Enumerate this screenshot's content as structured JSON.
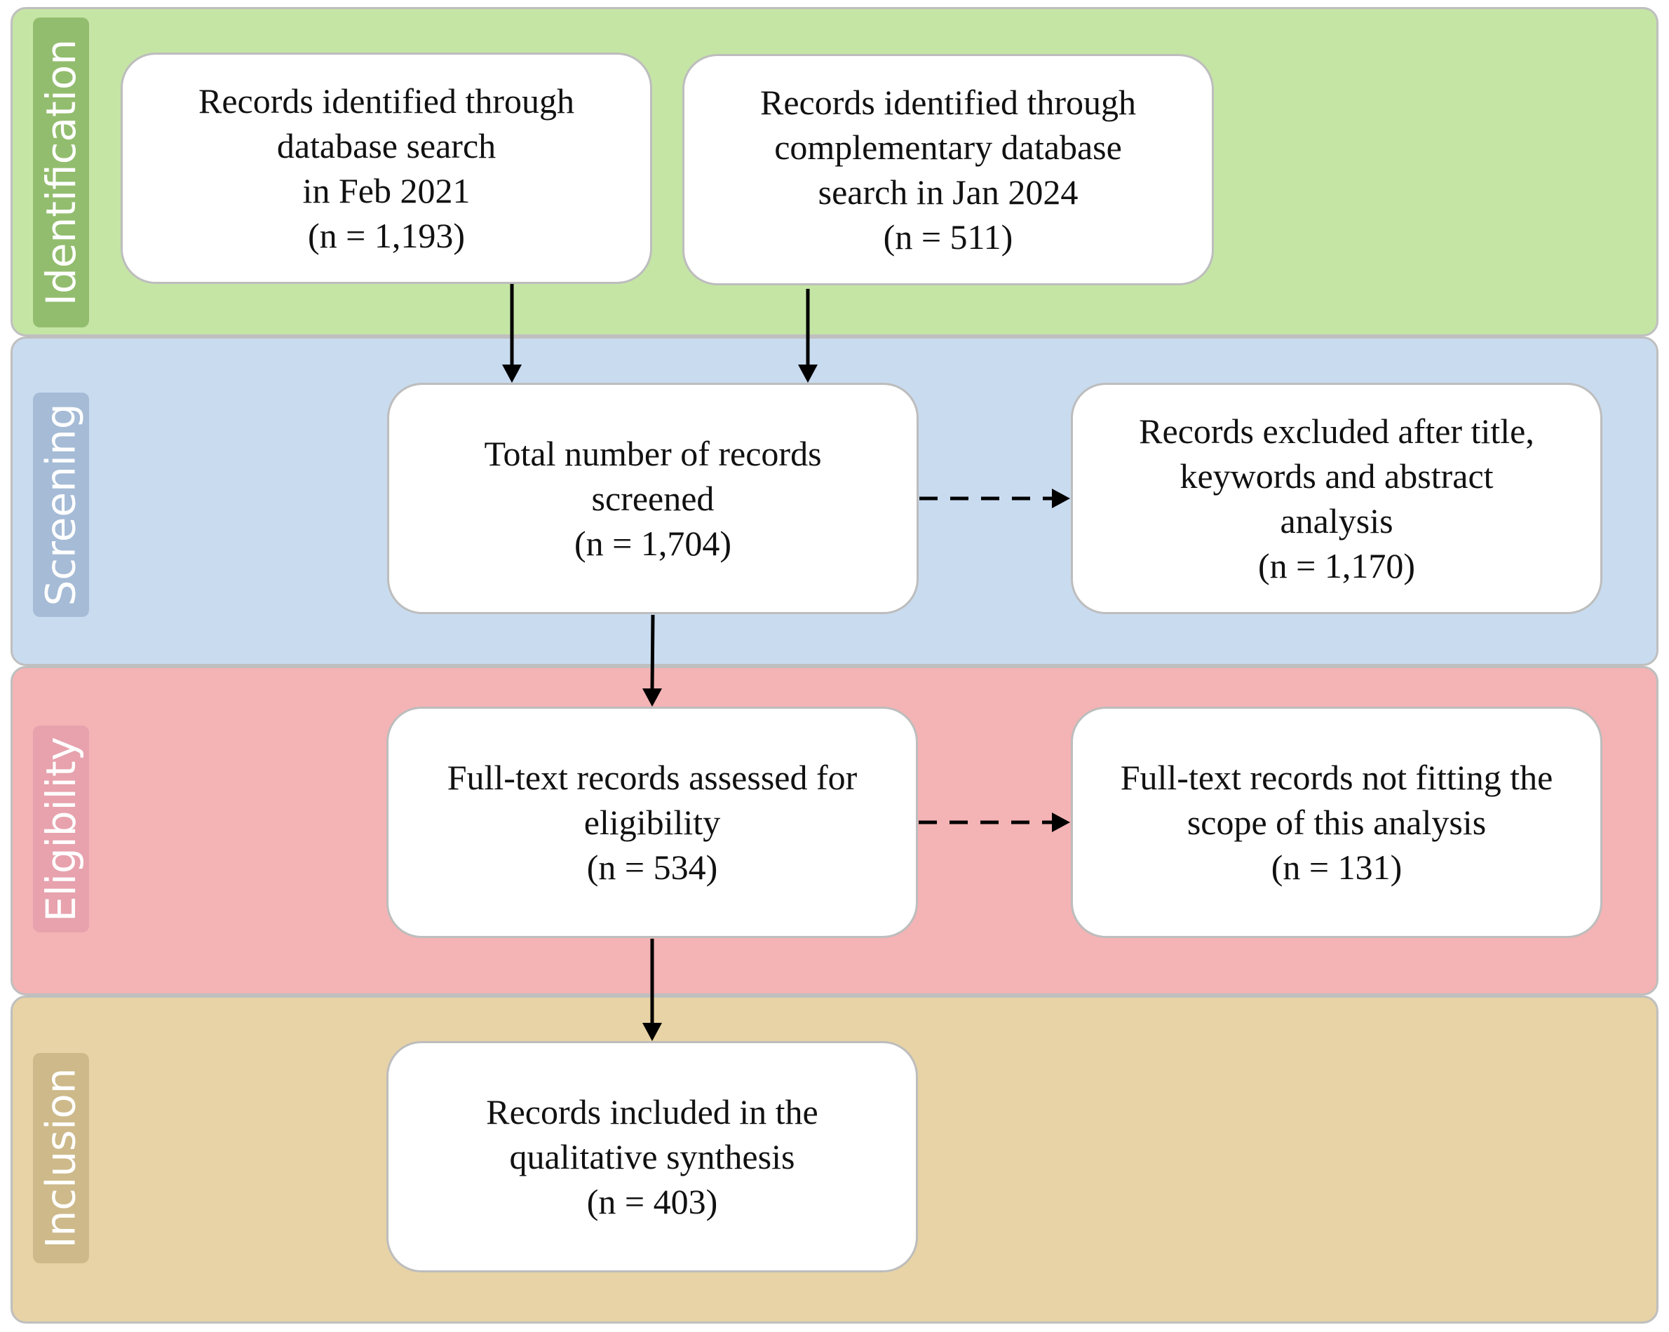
{
  "stages": {
    "identification": "Identification",
    "screening": "Screening",
    "eligibility": "Eligibility",
    "inclusion": "Inclusion"
  },
  "boxes": {
    "db_search": "Records identified through\ndatabase search\nin Feb 2021\n(n = 1,193)",
    "comp_search": "Records identified through\ncomplementary database\nsearch in Jan 2024\n(n = 511)",
    "screened": "Total number of records\nscreened\n(n = 1,704)",
    "excluded": "Records excluded after title,\nkeywords and abstract\nanalysis\n(n = 1,170)",
    "fulltext": "Full-text records assessed for\neligibility\n(n = 534)",
    "not_fitting": "Full-text records not fitting the\nscope of this analysis\n(n = 131)",
    "included": "Records included in the\nqualitative synthesis\n(n = 403)"
  },
  "colors": {
    "identification": "#c5e5a5",
    "screening": "#c9dbef",
    "eligibility": "#f4b3b4",
    "inclusion": "#e7d3a5"
  }
}
